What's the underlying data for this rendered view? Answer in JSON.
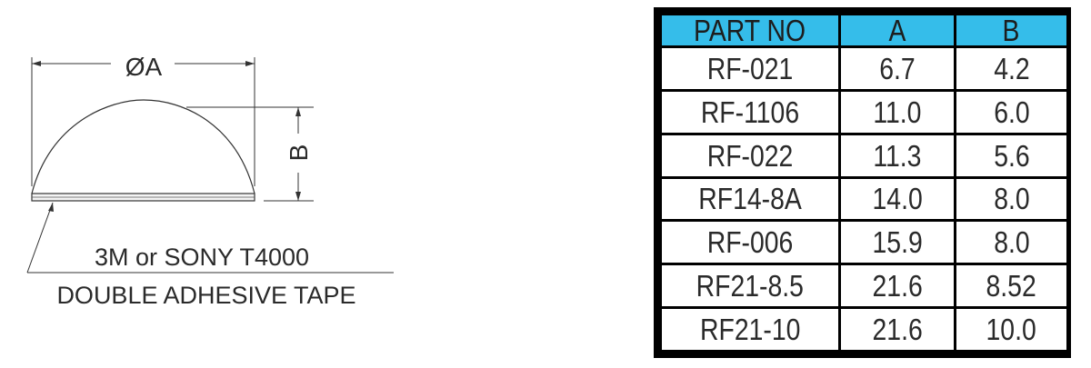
{
  "drawing": {
    "dim_a_label": "ØA",
    "dim_b_label": "B",
    "note_line1": "3M or SONY T4000",
    "note_line2": "DOUBLE ADHESIVE TAPE"
  },
  "table": {
    "headers": [
      "PART NO",
      "A",
      "B"
    ],
    "header_color": "#35bdea",
    "rows": [
      [
        "RF-021",
        "6.7",
        "4.2"
      ],
      [
        "RF-1106",
        "11.0",
        "6.0"
      ],
      [
        "RF-022",
        "11.3",
        "5.6"
      ],
      [
        "RF14-8A",
        "14.0",
        "8.0"
      ],
      [
        "RF-006",
        "15.9",
        "8.0"
      ],
      [
        "RF21-8.5",
        "21.6",
        "8.52"
      ],
      [
        "RF21-10",
        "21.6",
        "10.0"
      ]
    ]
  }
}
